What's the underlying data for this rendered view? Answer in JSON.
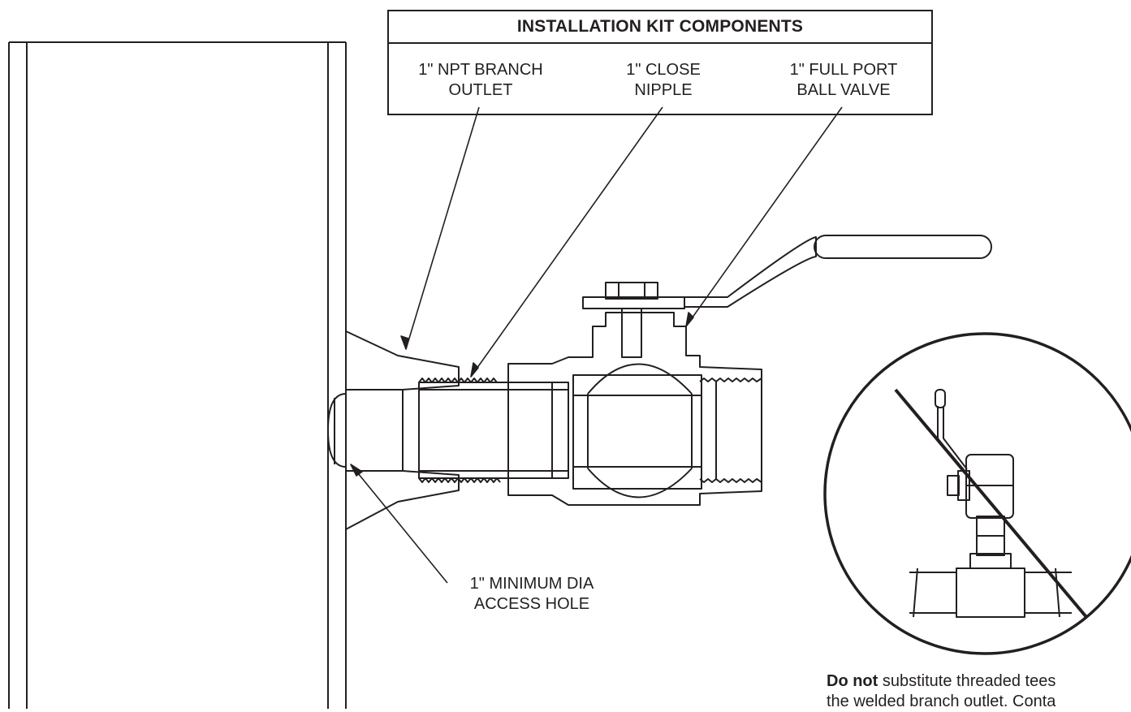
{
  "kit_box": {
    "title": "INSTALLATION KIT COMPONENTS",
    "components": [
      {
        "label": "1\" NPT BRANCH\nOUTLET"
      },
      {
        "label": "1\" CLOSE\nNIPPLE"
      },
      {
        "label": "1\" FULL PORT\nBALL VALVE"
      }
    ]
  },
  "access_hole_label": "1\" MINIMUM DIA\nACCESS HOLE",
  "caption": {
    "line1_bold": "Do not",
    "line1_rest": " substitute threaded tees",
    "line2": "the welded branch outlet. Conta"
  },
  "colors": {
    "ink": "#231f20",
    "paper": "#ffffff"
  },
  "icons": [
    "prohibited-icon"
  ]
}
